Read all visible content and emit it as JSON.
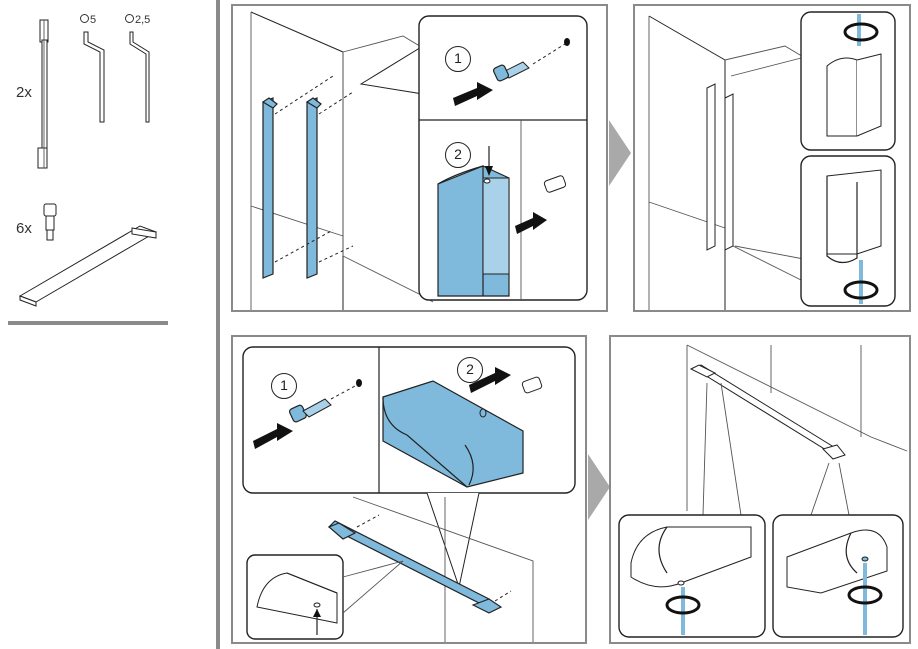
{
  "parts": {
    "handles_qty": "2x",
    "screws_qty": "6x",
    "allen_key_small": "5",
    "allen_key_large": "2,5"
  },
  "steps": {
    "step1_num": "1",
    "step2_num": "2",
    "step3_num": "1",
    "step4_num": "2"
  },
  "colors": {
    "accent_blue": "#7fb9dc",
    "panel_border": "#8a8a8a",
    "next_arrow": "#a9a9a9"
  }
}
